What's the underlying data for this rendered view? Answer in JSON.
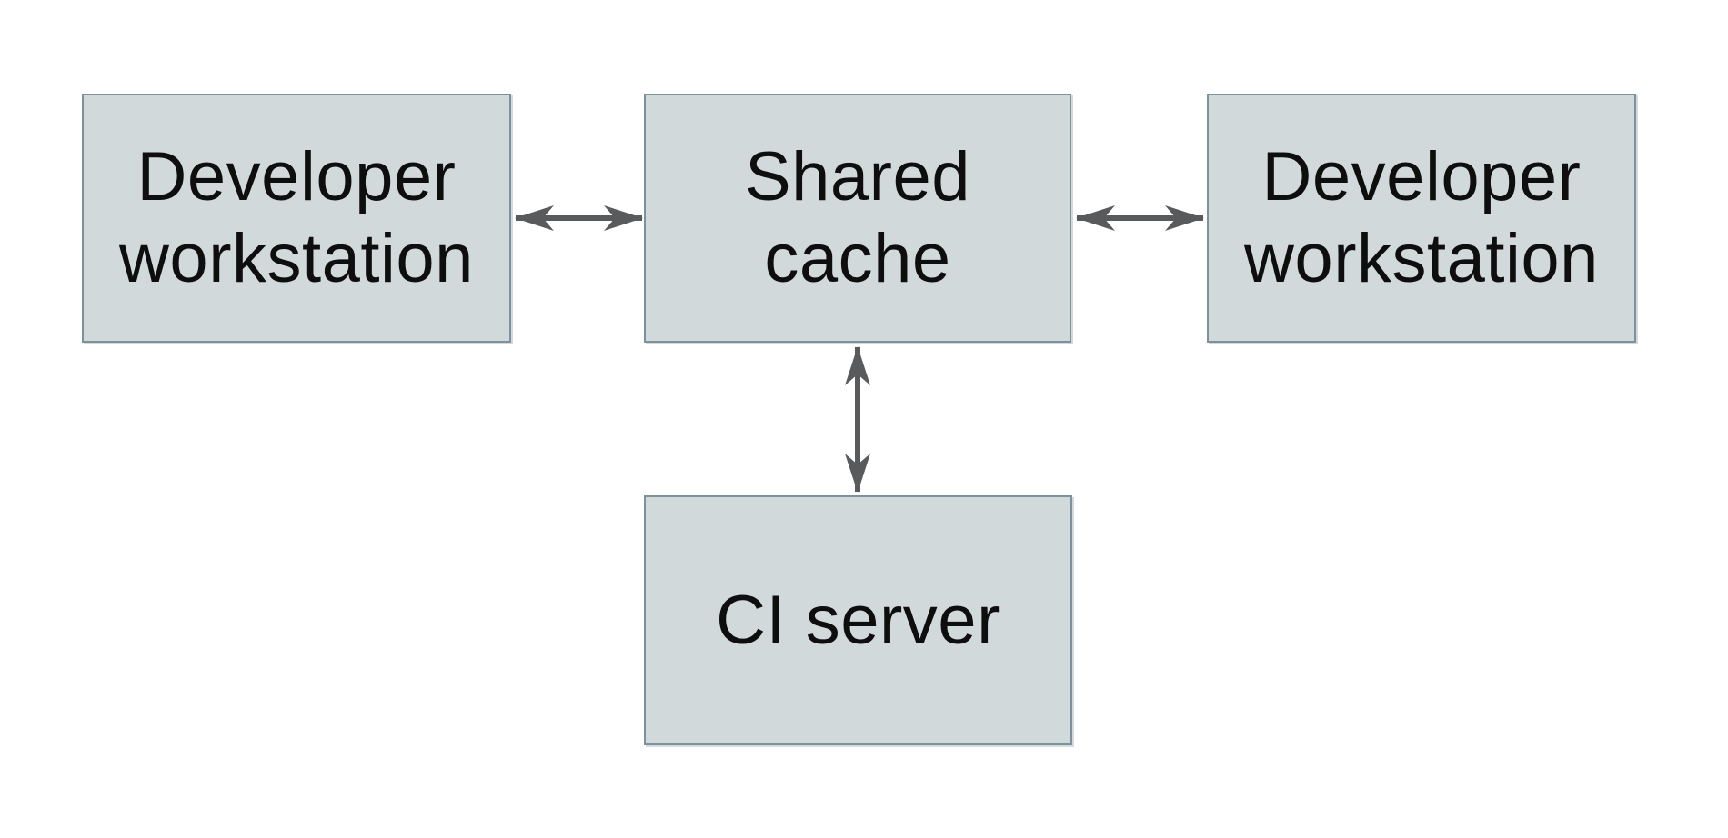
{
  "diagram": {
    "colors": {
      "background": "#ffffff",
      "box-fill": "#d2d9db",
      "box-border": "#7b929c",
      "arrow": "#595a5c",
      "text": "#0e0e0e"
    },
    "nodes": [
      {
        "name": "developer-workstation-left",
        "label": "Developer workstation",
        "lines": [
          "Developer",
          "workstation"
        ]
      },
      {
        "name": "shared-cache",
        "label": "Shared cache",
        "lines": [
          "Shared",
          "cache"
        ]
      },
      {
        "name": "developer-workstation-right",
        "label": "Developer workstation",
        "lines": [
          "Developer",
          "workstation"
        ]
      },
      {
        "name": "ci-server",
        "label": "CI server",
        "lines": [
          "CI server"
        ]
      }
    ],
    "edges": [
      {
        "from": "developer-workstation-left",
        "to": "shared-cache",
        "direction": "bidirectional"
      },
      {
        "from": "shared-cache",
        "to": "developer-workstation-right",
        "direction": "bidirectional"
      },
      {
        "from": "shared-cache",
        "to": "ci-server",
        "direction": "bidirectional"
      }
    ]
  }
}
